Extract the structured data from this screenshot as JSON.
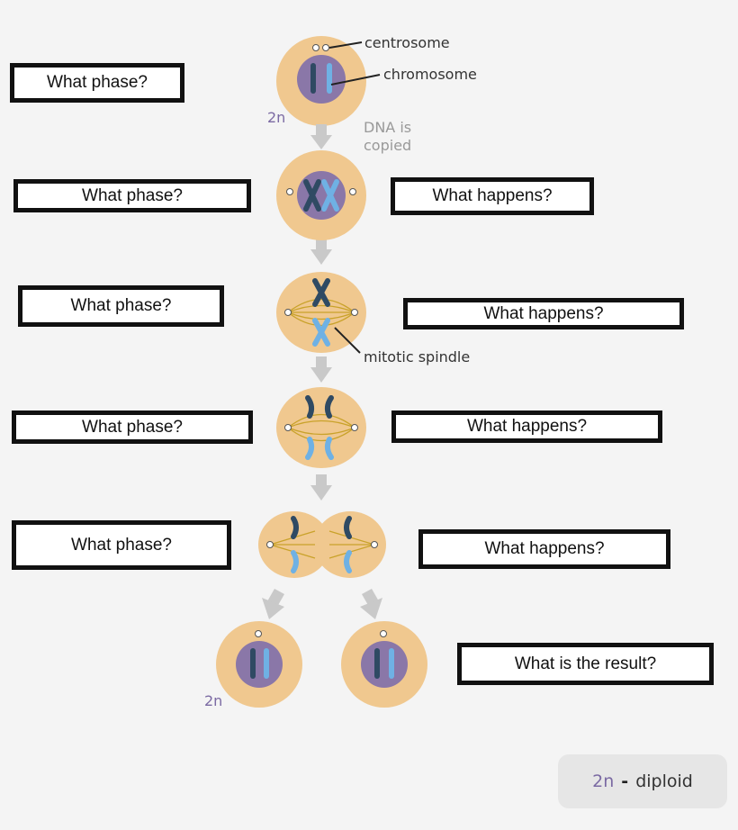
{
  "labels": {
    "centrosome": "centrosome",
    "chromosome": "chromosome",
    "dna_copied_line1": "DNA is",
    "dna_copied_line2": "copied",
    "mitotic_spindle": "mitotic spindle",
    "ploidy_top": "2n",
    "ploidy_bottom": "2n"
  },
  "question_boxes": {
    "phase_1": "What phase?",
    "phase_2": "What phase?",
    "happens_2": "What happens?",
    "phase_3": "What phase?",
    "happens_3": "What happens?",
    "phase_4": "What phase?",
    "happens_4": "What happens?",
    "phase_5": "What phase?",
    "happens_5": "What happens?",
    "result": "What is the result?"
  },
  "legend": {
    "symbol": "2n",
    "separator": "-",
    "meaning": "diploid"
  },
  "colors": {
    "cell": "#f0c88f",
    "nucleus": "#8a77a8",
    "chromosome_dark": "#2f4a63",
    "chromosome_light": "#6fb1e4",
    "spindle": "#c9a22a",
    "arrow": "#c9c9c9",
    "ploidy_text": "#7b6aa3"
  }
}
